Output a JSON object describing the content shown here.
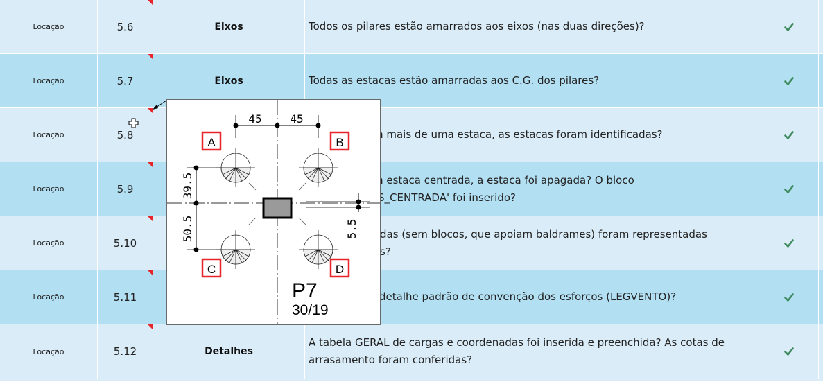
{
  "rows": [
    {
      "category": "Locação",
      "number": "5.6",
      "title": "Eixos",
      "description": "Todos os pilares estão amarrados aos eixos (nas duas direções)?"
    },
    {
      "category": "Locação",
      "number": "5.7",
      "title": "Eixos",
      "description": "Todas as estacas estão amarradas aos C.G. dos pilares?"
    },
    {
      "category": "Locação",
      "number": "5.8",
      "title": "",
      "description": "m mais de uma estaca, as estacas foram identificadas?"
    },
    {
      "category": "Locação",
      "number": "5.9",
      "title": "",
      "description_line1": "m estaca centrada, a estaca foi apagada? O bloco",
      "description_line2": "S_CENTRADA' foi inserido?"
    },
    {
      "category": "Locação",
      "number": "5.10",
      "title": "",
      "description_line1": "das (sem blocos, que apoiam baldrames) foram representadas",
      "description_line2": "s?"
    },
    {
      "category": "Locação",
      "number": "5.11",
      "title": "",
      "description": "detalhe padrão de convenção dos esforços (LEGVENTO)?"
    },
    {
      "category": "Locação",
      "number": "5.12",
      "title": "Detalhes",
      "description_line1": "A tabela GERAL de cargas e coordenadas foi inserida e preenchida? As cotas de",
      "description_line2": "arrasamento foram conferidas?"
    }
  ],
  "status_icon": "checkmark-icon",
  "colors": {
    "row_light": "#d9ecf7",
    "row_dark": "#b2dff2",
    "check": "#3f8a5e",
    "comment_marker": "#e8252a",
    "label_box": "#e8252a"
  },
  "popup": {
    "dim_top_left": "45",
    "dim_top_right": "45",
    "dim_left_upper": "39.5",
    "dim_left_lower": "50.5",
    "dim_right": "5.5",
    "label_a": "A",
    "label_b": "B",
    "label_c": "C",
    "label_d": "D",
    "pillar_name": "P7",
    "pillar_size": "30/19"
  }
}
